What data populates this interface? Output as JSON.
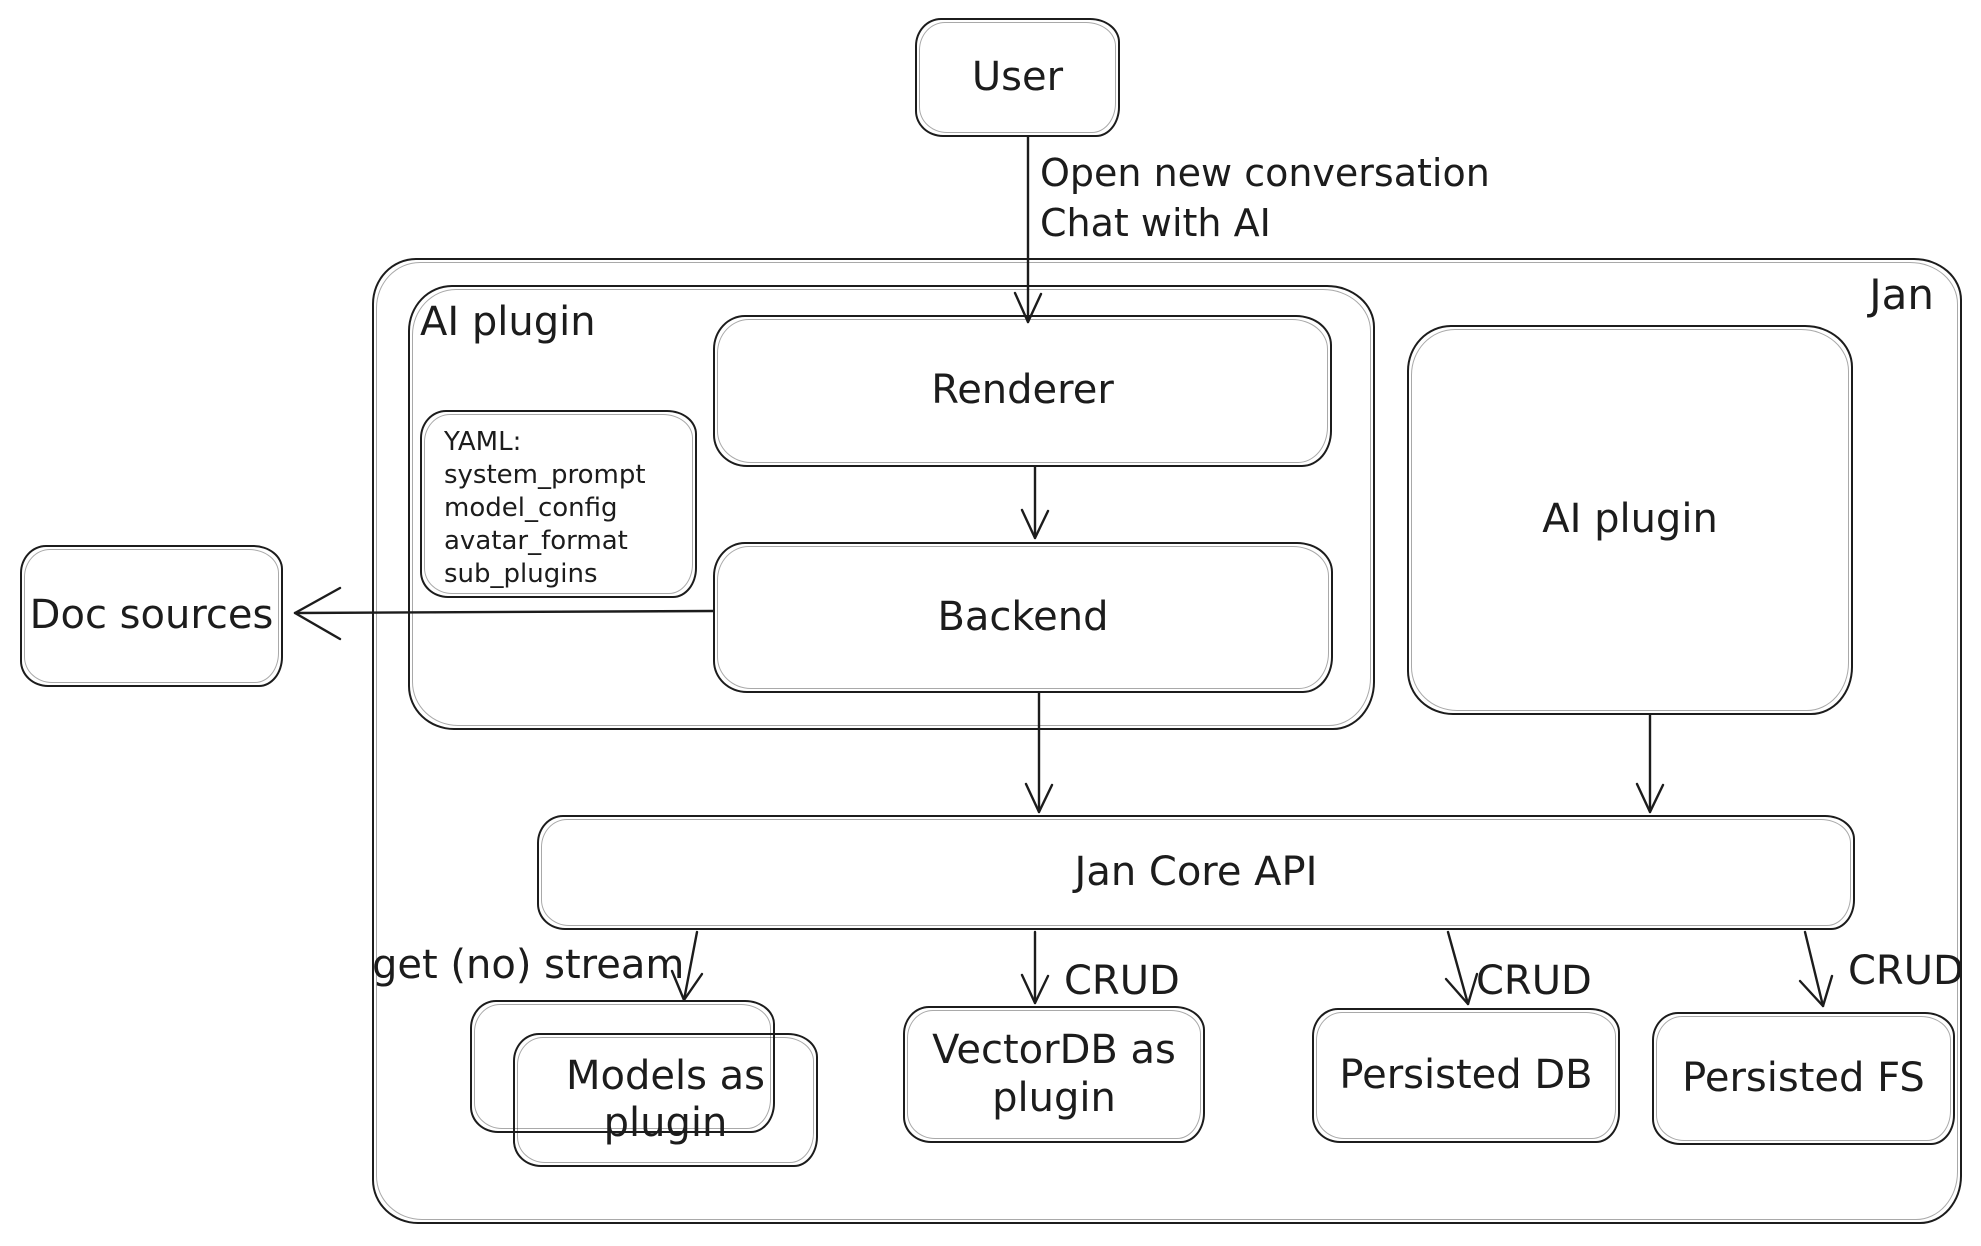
{
  "diagram": {
    "container_label": "Jan",
    "nodes": {
      "user": "User",
      "ai_plugin_left": "AI plugin",
      "renderer": "Renderer",
      "backend": "Backend",
      "ai_plugin_right": "AI plugin",
      "doc_sources": "Doc sources",
      "jan_core_api": "Jan Core API",
      "models_as_plugin": "Models as plugin",
      "vectordb_as_plugin": "VectorDB as plugin",
      "persisted_db": "Persisted DB",
      "persisted_fs": "Persisted FS"
    },
    "yaml_note": {
      "lines": [
        "YAML:",
        "system_prompt",
        "model_config",
        "avatar_format",
        "sub_plugins"
      ]
    },
    "edge_labels": {
      "user_to_renderer": [
        "Open new conversation",
        "Chat with AI"
      ],
      "jan_core_to_models": "get (no) stream",
      "jan_core_to_vectordb": "CRUD",
      "jan_core_to_persisted_db": "CRUD",
      "jan_core_to_persisted_fs": "CRUD"
    },
    "colors": {
      "stroke": "#1c1c1c",
      "background": "#ffffff"
    }
  }
}
